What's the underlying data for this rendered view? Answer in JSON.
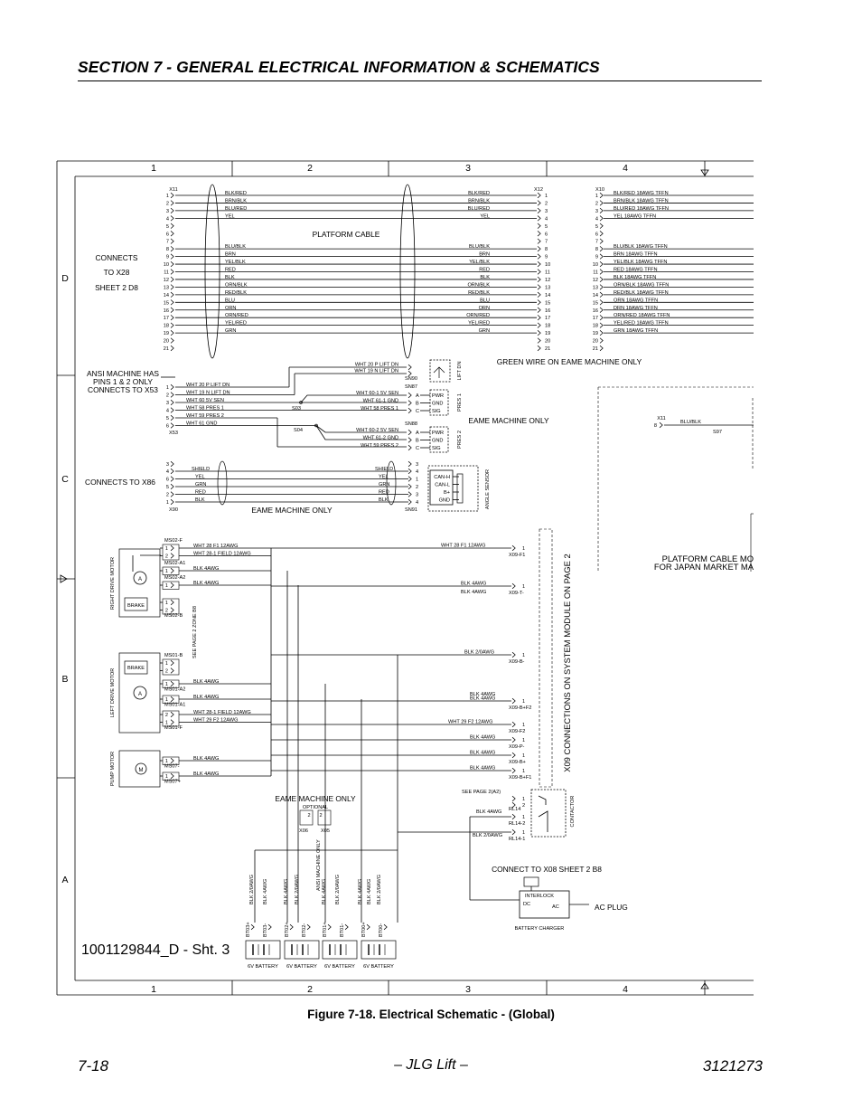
{
  "header": {
    "title": "SECTION 7 - GENERAL ELECTRICAL INFORMATION & SCHEMATICS"
  },
  "figure": {
    "caption": "Figure 7-18. Electrical Schematic - (Global)",
    "drawing_number": "1001129844_D - Sht. 3"
  },
  "footer": {
    "page": "7-18",
    "center": "– JLG Lift –",
    "doc_number": "3121273"
  },
  "grid": {
    "columns": [
      "1",
      "2",
      "3",
      "4"
    ],
    "rows": [
      "D",
      "C",
      "B",
      "A"
    ]
  },
  "connectors": {
    "x11": "X11",
    "x12": "X12",
    "x10": "X10",
    "x53": "X53",
    "x90": "X90",
    "sn90": "SN90",
    "sn87": "SN87",
    "sn88": "SN88",
    "sn91": "SN91",
    "x11b": "X11",
    "s97": "S97",
    "s03": "S03",
    "s04": "S04"
  },
  "x11_wires": [
    "BLK/RED",
    "BRN/BLK",
    "BLU/RED",
    "YEL",
    "",
    "",
    "",
    "BLU/BLK",
    "BRN",
    "YEL/BLK",
    "RED",
    "BLK",
    "ORN/BLK",
    "RED/BLK",
    "BLU",
    "ORN",
    "ORN/RED",
    "YEL/RED",
    "GRN",
    "",
    ""
  ],
  "x10_wires": [
    "BLK/RED 18AWG TFFN",
    "BRN/BLK 18AWG TFFN",
    "BLU/RED 18AWG TFFN",
    "YEL 18AWG TFFN",
    "",
    "",
    "",
    "BLU/BLK 18AWG TFFN",
    "BRN 18AWG TFFN",
    "YEL/BLK 18AWG TFFN",
    "RED 18AWG TFFN",
    "BLK 18AWG TFFN",
    "ORN/BLK 18AWG TFFN",
    "RED/BLK 18AWG TFFN",
    "ORN 18AWG TFFN",
    "DRN 18AWG TFFN",
    "ORN/RED 18AWG TFFN",
    "YEL/RED 18AWG TFFN",
    "GRN 18AWG TFFN",
    "",
    ""
  ],
  "labels": {
    "platform_cable": "PLATFORM CABLE",
    "connects": "CONNECTS",
    "to_x28": "TO X28",
    "sheet2_d8": "SHEET 2 D8",
    "ansi_1": "ANSI MACHINE HAS",
    "ansi_2": "PINS 1 & 2 ONLY",
    "ansi_3": "CONNECTS TO X53",
    "green_wire": "GREEN WIRE ON EAME MACHINE ONLY",
    "eame_only_1": "EAME MACHINE ONLY",
    "eame_only_2": "EAME MACHINE ONLY",
    "eame_only_3": "EAME MACHINE ONLY",
    "connects_x86": "CONNECTS TO X86",
    "lift_dn": "LIFT DN",
    "pres1": "PRES 1",
    "pres2": "PRES 2",
    "angle_sensor": "ANGLE SENSOR",
    "x09_module": "X09 CONNECTIONS ON SYSTEM MODULE ON PAGE 2",
    "platform_cable_mod": "PLATFORM CABLE MO",
    "for_japan": "FOR JAPAN MARKET MA",
    "blu_blk": "BLU/BLK",
    "right_drive_motor": "RIGHT DRIVE MOTOR",
    "left_drive_motor": "LEFT DRIVE MOTOR",
    "pump_motor": "PUMP MOTOR",
    "see_page_2_zone": "SEE PAGE 2 ZONE B8",
    "brake": "BRAKE",
    "optional": "OPTIONAL",
    "contactor": "CONTACTOR",
    "see_page_2a2": "SEE PAGE 2(A2)",
    "connect_x08": "CONNECT TO X08 SHEET 2 B8",
    "ac_plug": "AC PLUG",
    "interlock": "INTERLOCK",
    "dc": "DC",
    "ac": "AC",
    "battery_charger": "BATTERY CHARGER",
    "battery": "6V BATTERY",
    "ansi_machine_only": "ANSI MACHINE ONLY"
  },
  "x53_wires": [
    "WHT 20 P LIFT DN",
    "WHT 19 N LIFT DN",
    "WHT 60 5V SEN",
    "WHT 58 PRES 1",
    "WHT 59 PRES 2",
    "WHT 61 GND"
  ],
  "sn90_wires": [
    "WHT 20 P LIFT DN",
    "WHT 19 N LIFT DN"
  ],
  "sn87_wires": [
    "WHT 60-1 5V SEN",
    "WHT 61-1 GND",
    "WHT 58 PRES 1"
  ],
  "sn88_wires": [
    "WHT 60-2 5V SEN",
    "WHT 61-2 GND",
    "WHT 59 PRES 2"
  ],
  "sensor_pins": [
    "PWR",
    "GND",
    "SIG"
  ],
  "x90_wires": [
    "SHIELD",
    "YEL",
    "GRN",
    "RED",
    "BLK"
  ],
  "sn91_wires": [
    "SHIELD",
    "YEL",
    "GRN",
    "RED",
    "BLK"
  ],
  "can_pins": [
    "CAN-H",
    "CAN-L",
    "B+",
    "GND"
  ],
  "motor_wires": {
    "f1_28": "WHT 28 F1 12AWG",
    "f1_28_1": "WHT 28-1 FIELD 12AWG",
    "blk4": "BLK 4AWG",
    "blk2_0": "BLK 2/0AWG",
    "f2_29": "WHT 29 F2 12AWG"
  },
  "motor_conns": {
    "ms02f": "MS02-F",
    "ms02a1": "MS02-A1",
    "ms02a2": "MS02-A2",
    "ms02b": "MS02-B",
    "ms01b": "MS01-B",
    "ms01a2": "MS01-A2",
    "ms01a1": "MS01-A1",
    "ms01f": "MS01-F",
    "ms07m": "MS07-",
    "ms07p": "MS07+"
  },
  "x09_conns": [
    "X09-F1",
    "X09-T-",
    "X09-B-",
    "X09-B+F2",
    "X09-F2",
    "X09-P-",
    "X09-B+",
    "X09-B+F1"
  ],
  "relays": [
    "RL14",
    "RL14-2",
    "RL14-1"
  ],
  "battery_wires": [
    "BLK 2/0AWG",
    "BLK 4AWG",
    "BLK 4AWG",
    "BLK 2/0AWG",
    "BLK 4AWG",
    "BLK 2/0AWG",
    "BLK 4AWG",
    "BLK 4AWG",
    "BLK 2/0AWG"
  ],
  "battery_terms": [
    "BT03+",
    "BT03-",
    "BT02+",
    "BT02-",
    "BT01+",
    "BT01-",
    "BT00+",
    "BT00-"
  ],
  "x06": "X06",
  "x05": "X05",
  "motor_letters": {
    "a": "A",
    "m": "M"
  }
}
